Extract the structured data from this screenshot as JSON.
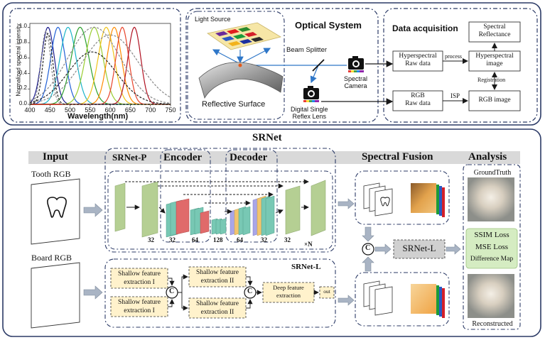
{
  "chart": {
    "ylabel": "Normalized spectral intensity",
    "xlabel": "Wavelength(nm)",
    "xticks": [
      "400",
      "450",
      "500",
      "550",
      "600",
      "650",
      "700",
      "750"
    ],
    "yticks": [
      "0.0",
      "0.2",
      "0.4",
      "0.6",
      "0.8",
      "1.0"
    ]
  },
  "chart_data": {
    "type": "line",
    "xlabel": "Wavelength(nm)",
    "ylabel": "Normalized spectral intensity",
    "xlim": [
      400,
      750
    ],
    "ylim": [
      0,
      1.05
    ],
    "series": [
      {
        "color": "#1a1a8c",
        "style": "solid",
        "center": 445,
        "width": 16,
        "peak": 1.0
      },
      {
        "color": "#1f5fd6",
        "style": "solid",
        "center": 470,
        "width": 18,
        "peak": 1.0
      },
      {
        "color": "#19b3c8",
        "style": "solid",
        "center": 495,
        "width": 20,
        "peak": 1.0
      },
      {
        "color": "#2ca02c",
        "style": "solid",
        "center": 525,
        "width": 22,
        "peak": 1.0
      },
      {
        "color": "#9acd32",
        "style": "solid",
        "center": 560,
        "width": 22,
        "peak": 1.0
      },
      {
        "color": "#f0c419",
        "style": "solid",
        "center": 590,
        "width": 20,
        "peak": 1.0
      },
      {
        "color": "#ff8c00",
        "style": "solid",
        "center": 610,
        "width": 18,
        "peak": 1.0
      },
      {
        "color": "#e8432a",
        "style": "solid",
        "center": 630,
        "width": 16,
        "peak": 1.0
      },
      {
        "color": "#b01020",
        "style": "solid",
        "center": 660,
        "width": 16,
        "peak": 1.0
      },
      {
        "color": "#888888",
        "style": "dashed",
        "center": 440,
        "width": 12,
        "peak": 0.95
      },
      {
        "color": "#888888",
        "style": "dashed",
        "center": 560,
        "width": 65,
        "peak": 1.0
      },
      {
        "color": "#888888",
        "style": "dashed",
        "center": 600,
        "width": 70,
        "peak": 0.9
      },
      {
        "color": "#222222",
        "style": "dashed",
        "center": 445,
        "width": 12,
        "peak": 0.92
      },
      {
        "color": "#222222",
        "style": "dashed",
        "center": 555,
        "width": 60,
        "peak": 0.68
      }
    ]
  },
  "optical": {
    "title": "Optical System",
    "light_source": "Light Source",
    "reflective_surface": "Reflective Surface",
    "beam_splitter": "Beam Splitter",
    "spectral_camera": "Spectral\nCamera",
    "dslr": "Digital Single\nReflex Lens"
  },
  "acq": {
    "title": "Data acquisition",
    "hs_raw": "Hyperspectral\nRaw data",
    "process": "process",
    "hs_image": "Hyperspectral\nimage",
    "spectral_reflectance": "Spectral\nReflectance",
    "registration": "Registration",
    "rgb_raw": "RGB\nRaw data",
    "isp": "ISP",
    "rgb_image": "RGB image"
  },
  "srnet": {
    "title": "SRNet",
    "headers": {
      "input": "Input",
      "fusion": "Spectral Fusion",
      "analysis": "Analysis"
    },
    "srnet_p": "SRNet-P",
    "encoder": "Encoder",
    "decoder": "Decoder",
    "tooth_rgb": "Tooth RGB",
    "board_rgb": "Board RGB",
    "channels": [
      "32",
      "32",
      "64",
      "128",
      "64",
      "32",
      "32"
    ],
    "times_n": "×N",
    "srnet_l": "SRNet-L",
    "shallow1a": "Shallow feature\nextraction I",
    "shallow1b": "Shallow feature\nextraction I",
    "shallow2a": "Shallow feature\nextraction II",
    "shallow2b": "Shallow feature\nextraction II",
    "deep": "Deep feature\nextraction",
    "out": "out",
    "concat": "C",
    "srnet_l_box": "SRNet-L",
    "ground_truth": "GroundTruth",
    "loss_ssim": "SSIM Loss",
    "loss_mse": "MSE Loss",
    "loss_diff": "Difference Map",
    "reconstructed": "Reconstructed"
  },
  "colors": {
    "dashed_border": "#2b3a66",
    "header_band": "#d9d9d9",
    "green_layer": "#b5cf93",
    "yellow_box": "#fff2cc",
    "loss_box": "#d5ecc2"
  }
}
